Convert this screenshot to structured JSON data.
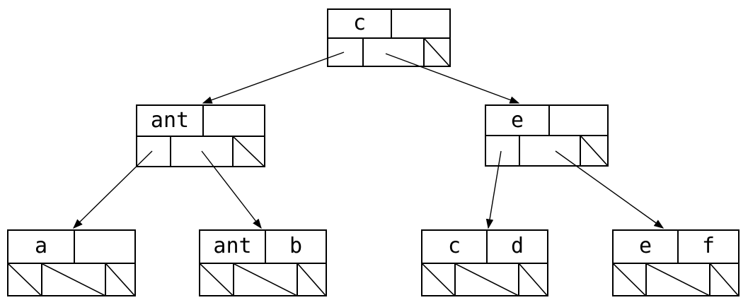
{
  "figure": {
    "type": "search-tree-diagram",
    "description": "Tree of nodes; each node has a top row of key cells and a bottom row of child-pointer cells. Cells with a diagonal slash are null pointers.",
    "line_color": "#000000",
    "background_color": "#ffffff"
  },
  "nodes": [
    {
      "id": "root",
      "level": 0,
      "keys": [
        "c",
        ""
      ],
      "pointers": [
        "child",
        "child",
        "null"
      ]
    },
    {
      "id": "internal-left",
      "level": 1,
      "keys": [
        "ant",
        ""
      ],
      "pointers": [
        "child",
        "child",
        "null"
      ]
    },
    {
      "id": "internal-right",
      "level": 1,
      "keys": [
        "e",
        ""
      ],
      "pointers": [
        "child",
        "child",
        "null"
      ]
    },
    {
      "id": "leaf-1",
      "level": 2,
      "keys": [
        "a",
        ""
      ],
      "pointers": [
        "null",
        "null",
        "null"
      ]
    },
    {
      "id": "leaf-2",
      "level": 2,
      "keys": [
        "ant",
        "b"
      ],
      "pointers": [
        "null",
        "null",
        "null"
      ]
    },
    {
      "id": "leaf-3",
      "level": 2,
      "keys": [
        "c",
        "d"
      ],
      "pointers": [
        "null",
        "null",
        "null"
      ]
    },
    {
      "id": "leaf-4",
      "level": 2,
      "keys": [
        "e",
        "f"
      ],
      "pointers": [
        "null",
        "null",
        "null"
      ]
    }
  ],
  "edges": [
    {
      "from": "root",
      "from_pointer": 0,
      "to": "internal-left"
    },
    {
      "from": "root",
      "from_pointer": 1,
      "to": "internal-right"
    },
    {
      "from": "internal-left",
      "from_pointer": 0,
      "to": "leaf-1"
    },
    {
      "from": "internal-left",
      "from_pointer": 1,
      "to": "leaf-2"
    },
    {
      "from": "internal-right",
      "from_pointer": 0,
      "to": "leaf-3"
    },
    {
      "from": "internal-right",
      "from_pointer": 1,
      "to": "leaf-4"
    }
  ]
}
